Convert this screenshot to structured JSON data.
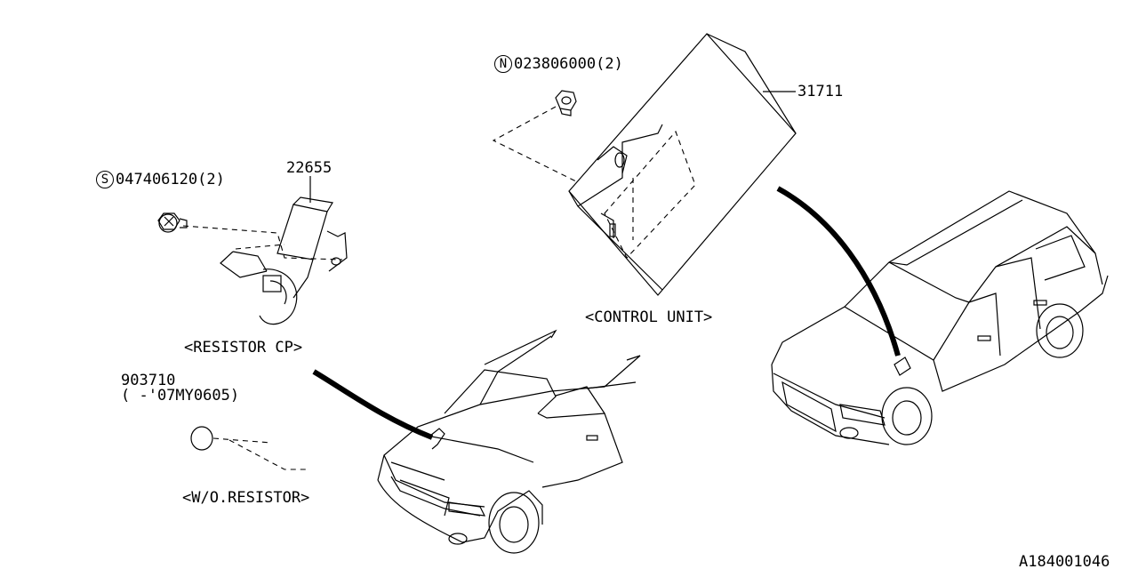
{
  "parts": {
    "control_unit": {
      "number": "31711",
      "caption": "<CONTROL UNIT>"
    },
    "nut": {
      "prefix": "N",
      "number": "023806000(2)"
    },
    "resistor": {
      "number": "22655",
      "caption": "<RESISTOR CP>"
    },
    "screw": {
      "prefix": "S",
      "number": "047406120(2)"
    },
    "cap": {
      "number": "903710",
      "note": "( -'07MY0605)",
      "caption": "<W/O.RESISTOR>"
    }
  },
  "diagram_id": "A184001046"
}
